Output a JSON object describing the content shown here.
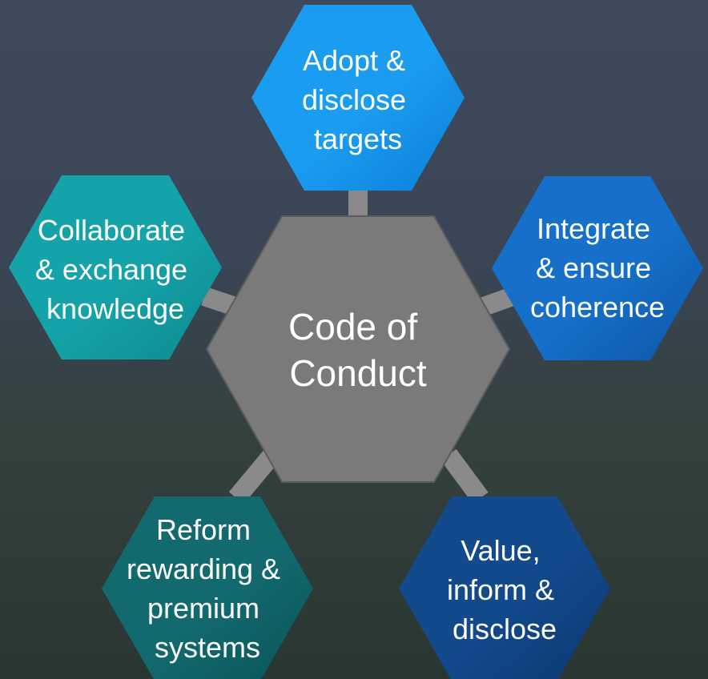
{
  "center": {
    "lines": [
      "Code of",
      "Conduct"
    ],
    "color": "#7a7a7a"
  },
  "nodes": [
    {
      "id": "top",
      "lines": [
        "Adopt &",
        "disclose",
        "targets"
      ],
      "color": "#1a9cf0",
      "color2": "#0b7fd6"
    },
    {
      "id": "right",
      "lines": [
        "Integrate",
        "& ensure",
        "coherence"
      ],
      "color": "#1670c9",
      "color2": "#0d56a8"
    },
    {
      "id": "bottom-right",
      "lines": [
        "Value,",
        "inform &",
        "disclose"
      ],
      "color": "#124a8c",
      "color2": "#0c3770"
    },
    {
      "id": "bottom-left",
      "lines": [
        "Reform",
        "rewarding &",
        "premium",
        "systems"
      ],
      "color": "#126a6e",
      "color2": "#0a5458"
    },
    {
      "id": "left",
      "lines": [
        "Collaborate",
        "& exchange",
        "knowledge"
      ],
      "color": "#14a3a8",
      "color2": "#0d8a90"
    }
  ],
  "connector_color": "#8a8a8a"
}
